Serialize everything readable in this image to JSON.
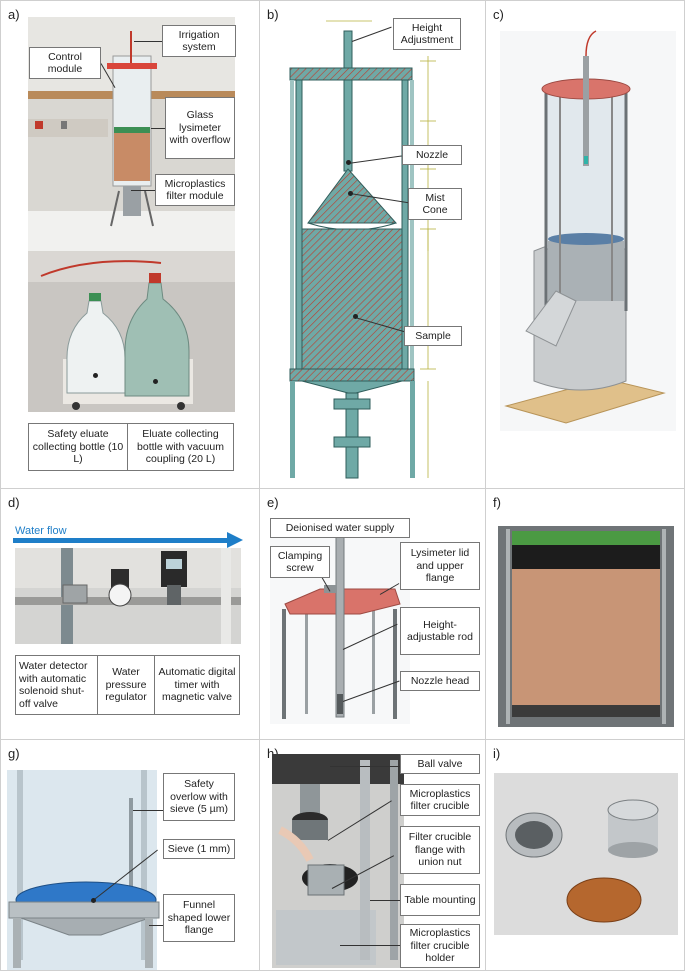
{
  "panels": {
    "a": {
      "label": "a)",
      "callouts": {
        "irrigation": "Irrigation system",
        "control": "Control module",
        "glass": "Glass lysimeter with overflow",
        "filter": "Microplastics filter module",
        "safety": "Safety eluate collecting bottle (10 L)",
        "eluate": "Eluate collecting bottle with vacuum coupling (20 L)"
      }
    },
    "b": {
      "label": "b)",
      "callouts": {
        "height": "Height Adjustment",
        "nozzle": "Nozzle",
        "mist": "Mist Cone",
        "sample": "Sample"
      }
    },
    "c": {
      "label": "c)"
    },
    "d": {
      "label": "d)",
      "flow": "Water flow",
      "callouts": {
        "detector": "Water detector with automatic solenoid shut-off valve",
        "pressure": "Water pressure regulator",
        "timer": "Automatic digital timer with magnetic valve"
      }
    },
    "e": {
      "label": "e)",
      "callouts": {
        "supply": "Deionised water supply",
        "clamp": "Clamping screw",
        "lid": "Lysimeter lid and upper flange",
        "rod": "Height-adjustable rod",
        "nozzlehead": "Nozzle head"
      }
    },
    "f": {
      "label": "f)"
    },
    "g": {
      "label": "g)",
      "callouts": {
        "overflow": "Safety overlow with sieve (5 µm)",
        "sieve": "Sieve (1 mm)",
        "funnel": "Funnel shaped lower flange"
      }
    },
    "h": {
      "label": "h)",
      "callouts": {
        "ball": "Ball valve",
        "crucible": "Microplastics filter crucible",
        "flange": "Filter crucible flange with union nut",
        "table": "Table mounting",
        "holder": "Microplastics filter crucible holder"
      }
    },
    "i": {
      "label": "i)"
    }
  }
}
